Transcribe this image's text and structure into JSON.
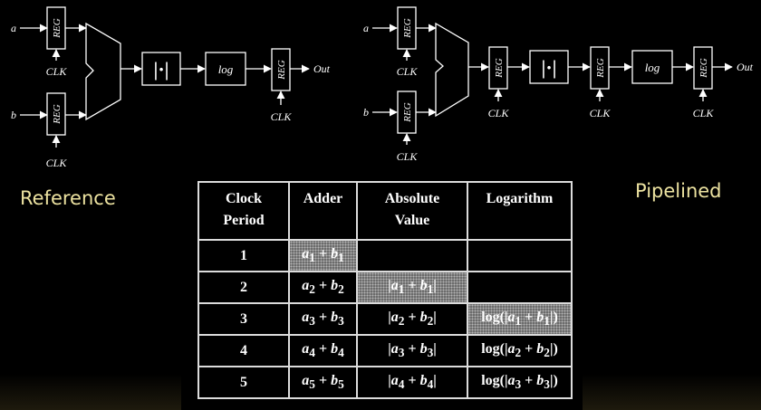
{
  "reference": {
    "caption": "Reference",
    "input_a": "a",
    "input_b": "b",
    "reg": "REG",
    "clk": "CLK",
    "abs_symbol": "|·|",
    "log": "log",
    "output": "Out"
  },
  "pipelined": {
    "caption": "Pipelined",
    "input_a": "a",
    "input_b": "b",
    "reg": "REG",
    "clk": "CLK",
    "abs_symbol": "|·|",
    "log": "log",
    "output": "Out"
  },
  "table": {
    "headers": {
      "clock_line1": "Clock",
      "clock_line2": "Period",
      "adder": "Adder",
      "abs_line1": "Absolute",
      "abs_line2": "Value",
      "log": "Logarithm"
    },
    "rows": [
      {
        "period": "1",
        "n": "1",
        "abs_n": "",
        "log_n": ""
      },
      {
        "period": "2",
        "n": "2",
        "abs_n": "1",
        "log_n": ""
      },
      {
        "period": "3",
        "n": "3",
        "abs_n": "2",
        "log_n": "1"
      },
      {
        "period": "4",
        "n": "4",
        "abs_n": "3",
        "log_n": "2"
      },
      {
        "period": "5",
        "n": "5",
        "abs_n": "4",
        "log_n": "3"
      }
    ],
    "active_cells": [
      [
        0,
        1
      ],
      [
        1,
        2
      ],
      [
        2,
        3
      ]
    ],
    "highlight_color": "#6a6a6a"
  }
}
